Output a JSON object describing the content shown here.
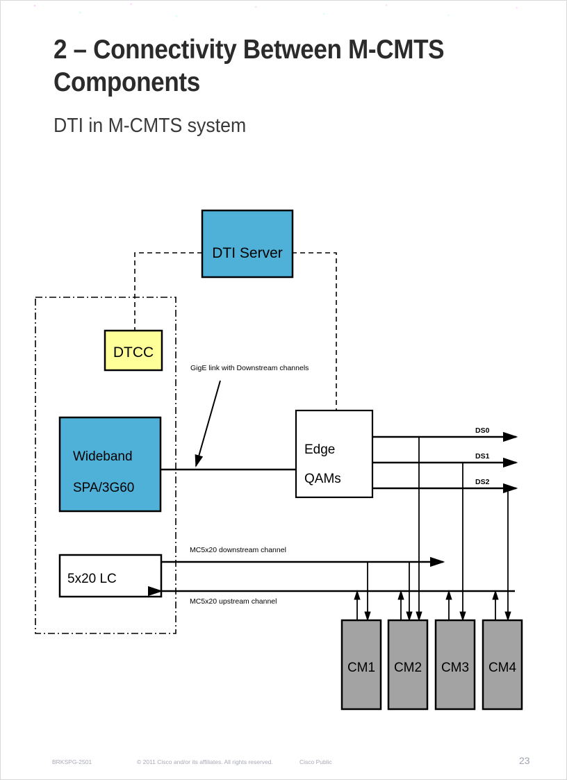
{
  "slide": {
    "title": "2 – Connectivity Between M-CMTS Components",
    "subtitle": "DTI in M-CMTS system"
  },
  "footer": {
    "session_code": "BRKSPG-2501",
    "copyright": "© 2011 Cisco and/or its affiliates. All rights reserved.",
    "classification": "Cisco Public",
    "page_number": "23"
  },
  "diagram": {
    "nodes": {
      "dti_server": "DTI Server",
      "dtcc": "DTCC",
      "wideband_line1": "Wideband",
      "wideband_line2": "SPA/3G60",
      "edge_qams_line1": "Edge",
      "edge_qams_line2": "QAMs",
      "lc": "5x20 LC",
      "cm1": "CM1",
      "cm2": "CM2",
      "cm3": "CM3",
      "cm4": "CM4"
    },
    "annotations": {
      "gige": "GigE link with Downstream channels",
      "mc_downstream": "MC5x20 downstream channel",
      "mc_upstream": "MC5x20 upstream channel"
    },
    "downstream_labels": [
      "DS0",
      "DS1",
      "DS2"
    ],
    "colors": {
      "node_blue": "#4FB0D8",
      "node_yellow": "#FFFF99",
      "node_gray": "#A3A3A3",
      "node_white": "#FFFFFF",
      "stroke": "#000000"
    }
  }
}
